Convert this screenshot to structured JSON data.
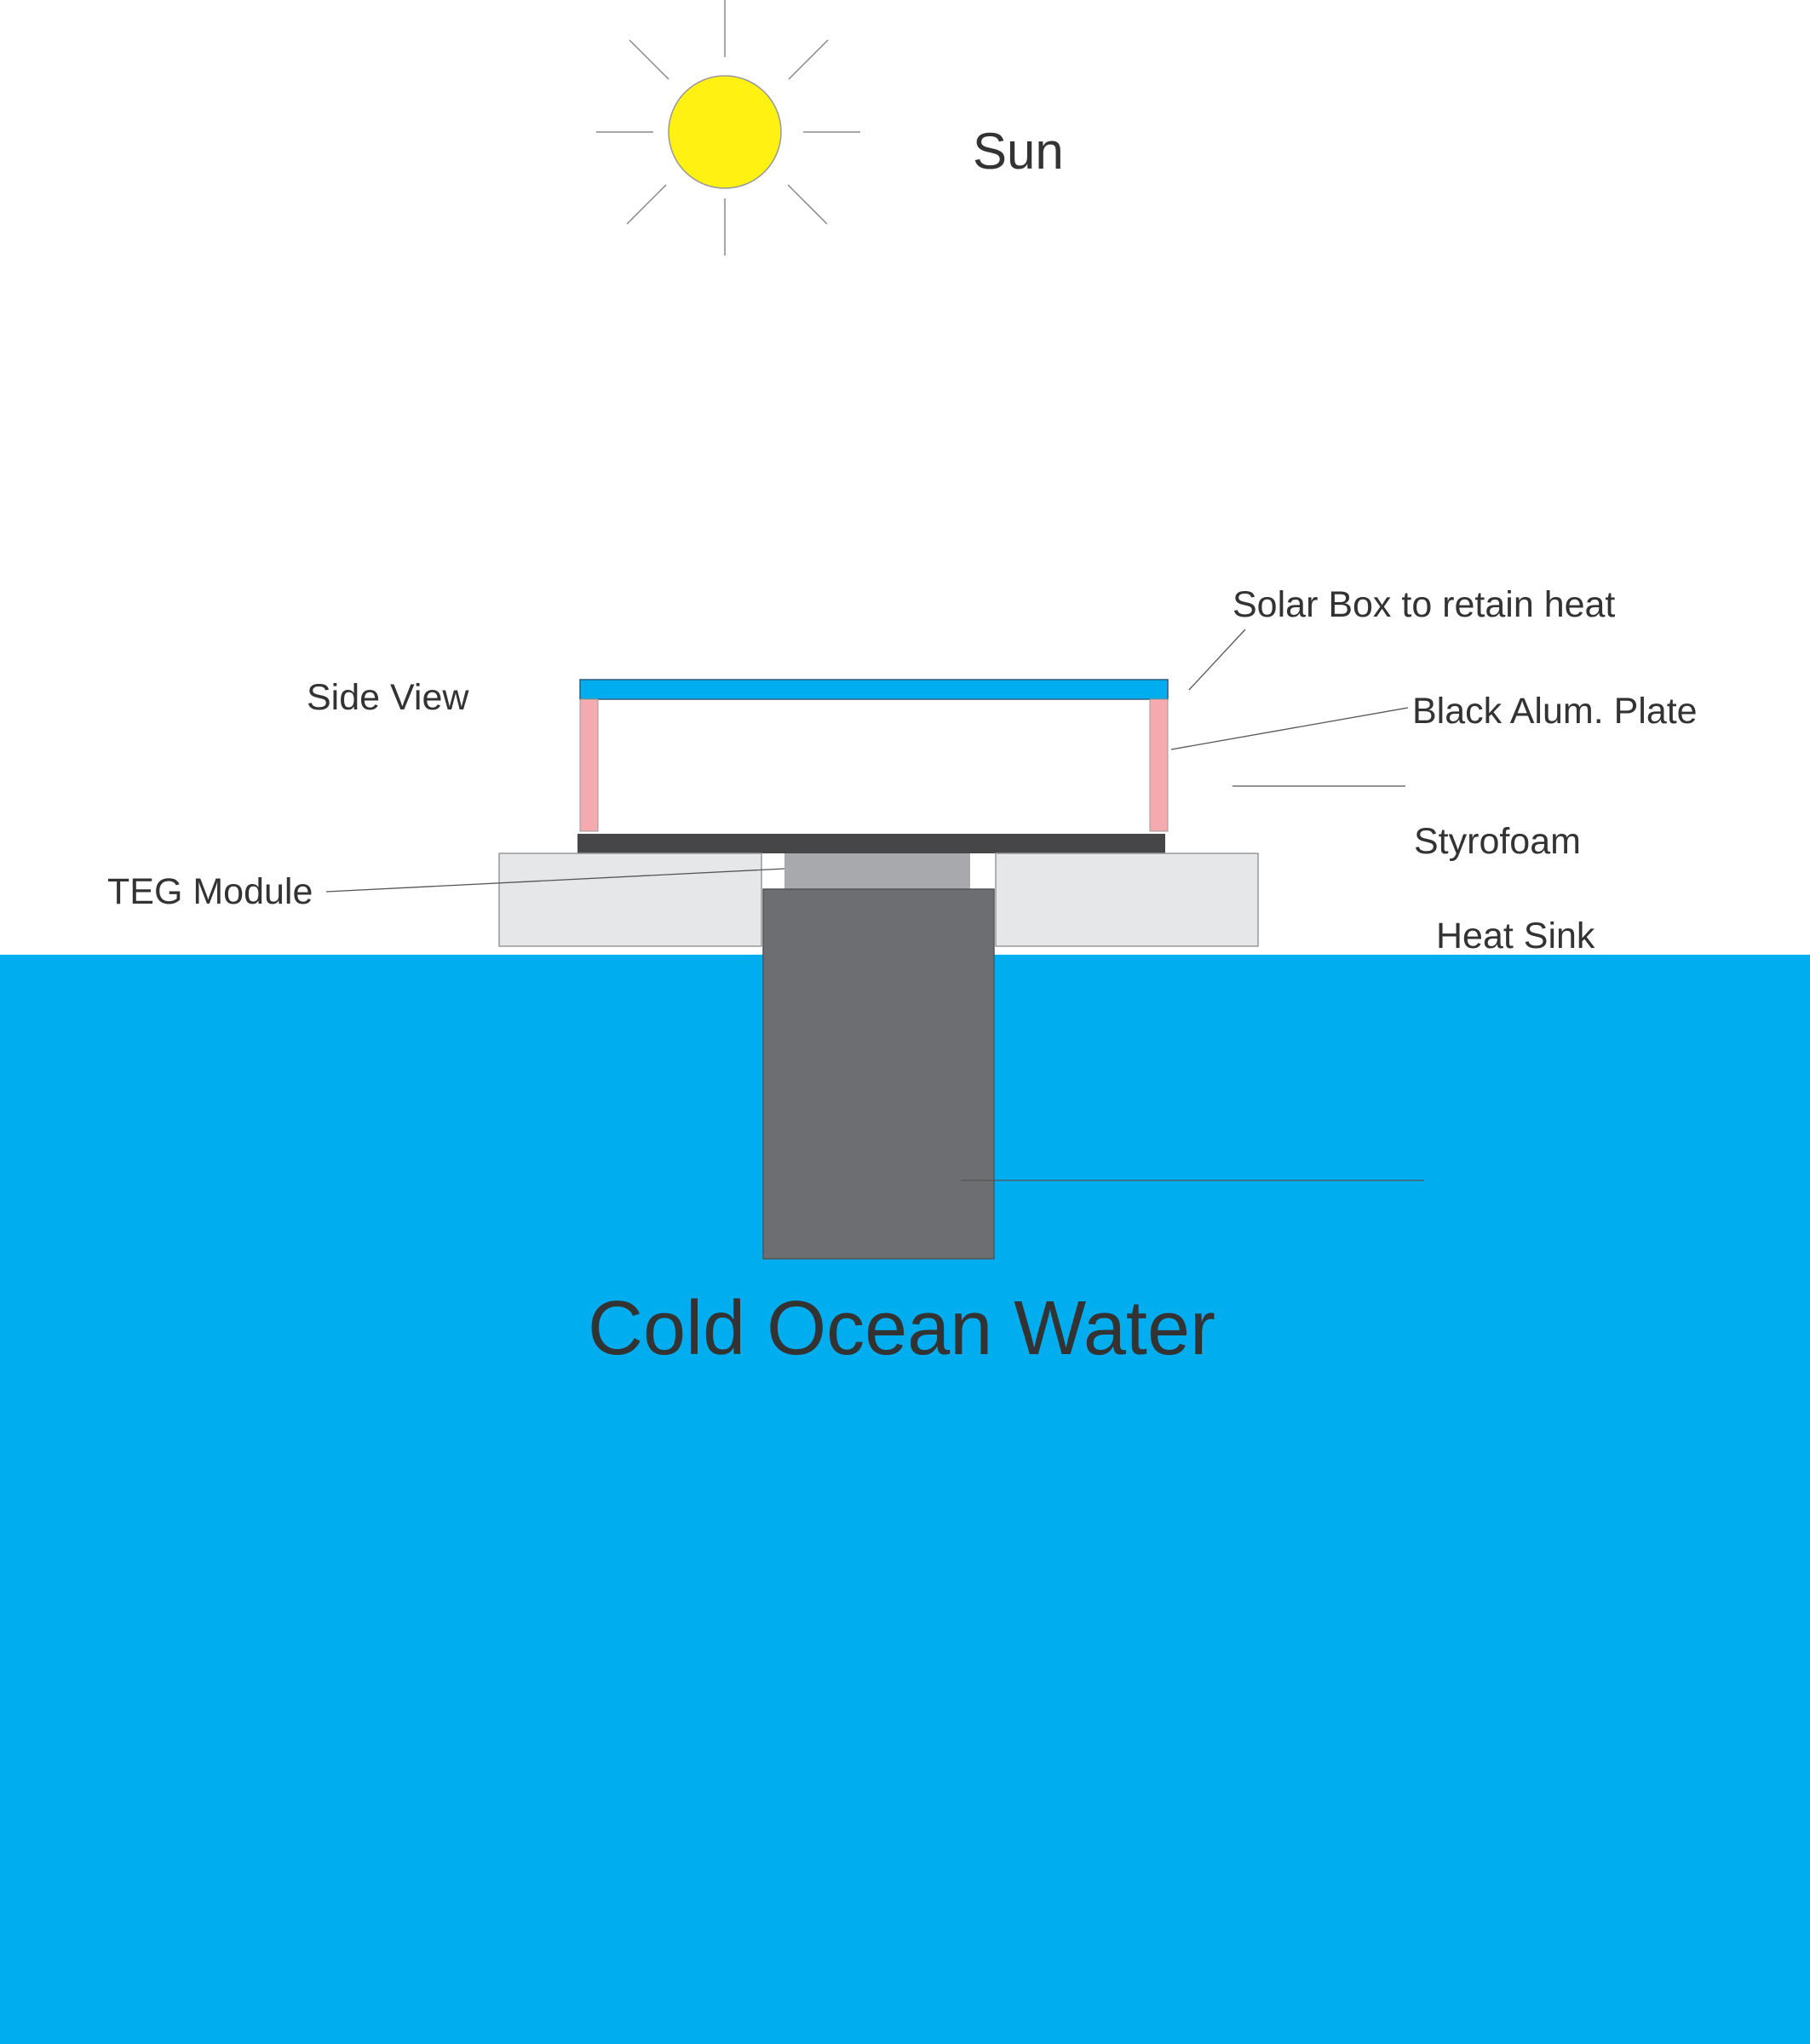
{
  "labels": {
    "sun": "Sun",
    "side_view": "Side View",
    "solar_box": "Solar Box to retain heat",
    "black_plate": "Black Alum. Plate",
    "styrofoam": "Styrofoam",
    "teg_module": "TEG Module",
    "heat_sink": "Heat Sink",
    "ocean": "Cold Ocean Water"
  },
  "colors": {
    "water": "#00AEEF",
    "sun": "#FFF212",
    "glass_top": "#00AEEF",
    "box_walls": "#F4AAAE",
    "black_plate": "#464648",
    "styrofoam": "#E6E7E8",
    "teg_module": "#A7A9AC",
    "heat_sink": "#6D6E71",
    "text": "#333333"
  }
}
